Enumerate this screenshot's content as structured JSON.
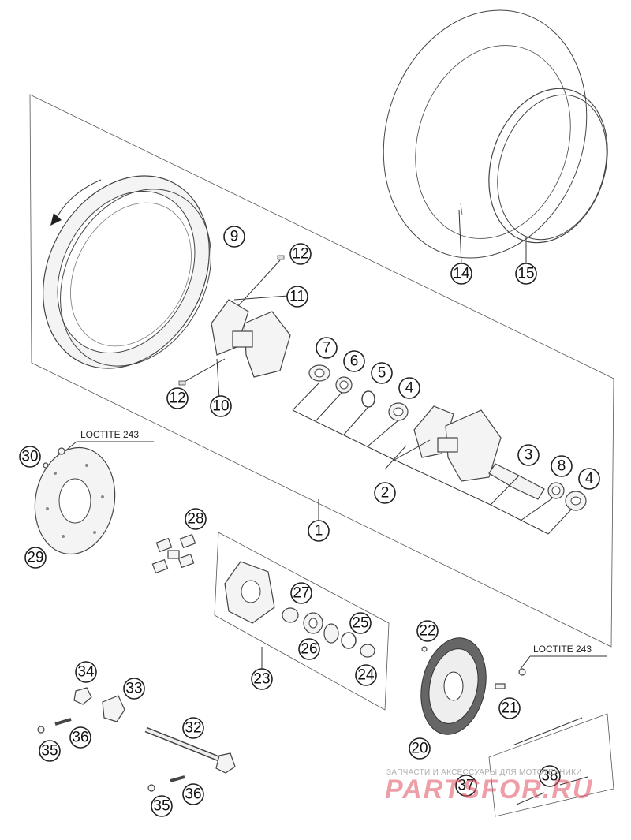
{
  "notes": {
    "loctite_top": "LOCTITE 243",
    "loctite_bottom": "LOCTITE 243"
  },
  "callouts": [
    "1",
    "2",
    "3",
    "4",
    "4",
    "5",
    "6",
    "7",
    "8",
    "9",
    "10",
    "11",
    "12",
    "12",
    "14",
    "15",
    "20",
    "21",
    "22",
    "23",
    "24",
    "25",
    "26",
    "27",
    "28",
    "29",
    "30",
    "32",
    "33",
    "34",
    "35",
    "35",
    "36",
    "36",
    "37",
    "38"
  ],
  "watermark": {
    "line1": "ЗАПЧАСТИ И АКСЕССУАРЫ ДЛЯ МОТОТЕХНИКИ",
    "line2": "PARTSFOR.RU"
  }
}
